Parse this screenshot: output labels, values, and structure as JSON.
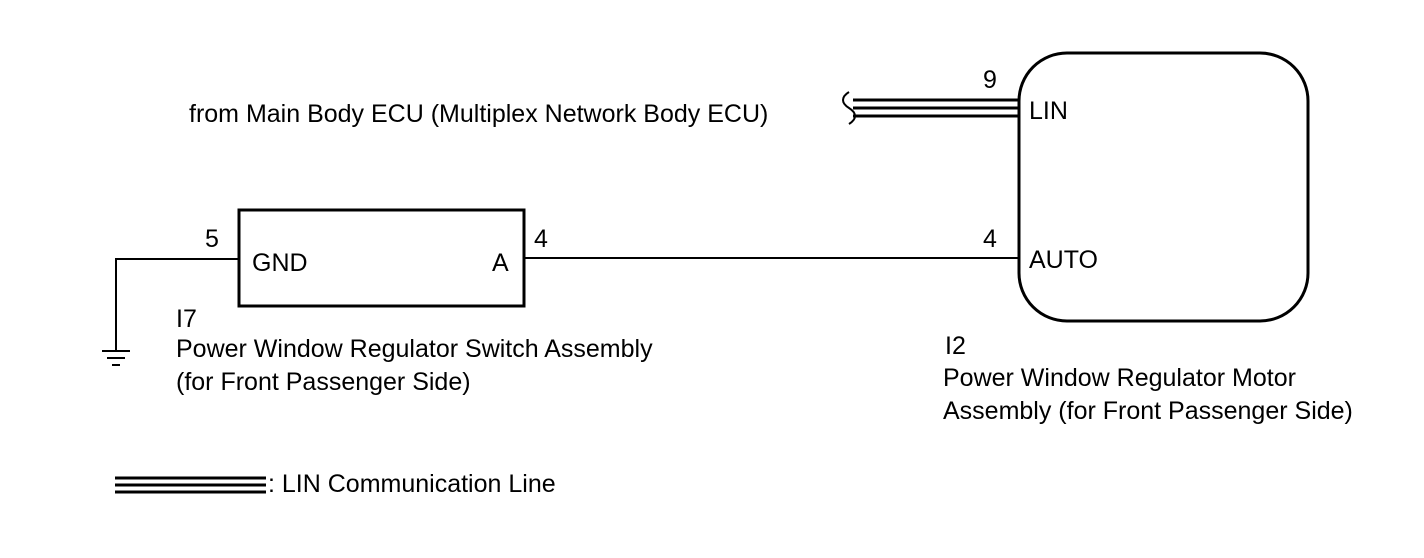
{
  "ecu_source": {
    "label": "from Main Body ECU (Multiplex Network Body ECU)"
  },
  "switch_assembly": {
    "code": "I7",
    "name_line1": "Power Window Regulator Switch Assembly",
    "name_line2": "(for Front Passenger Side)",
    "pin_gnd_number": "5",
    "pin_gnd_label": "GND",
    "pin_a_number": "4",
    "pin_a_label": "A"
  },
  "motor_assembly": {
    "code": "I2",
    "name_line1": "Power Window Regulator Motor",
    "name_line2": "Assembly (for Front Passenger Side)",
    "pin_lin_number": "9",
    "pin_lin_label": "LIN",
    "pin_auto_number": "4",
    "pin_auto_label": "AUTO"
  },
  "legend": {
    "lin_line_label": ": LIN Communication Line"
  },
  "colors": {
    "line": "#000000",
    "background": "#ffffff"
  }
}
